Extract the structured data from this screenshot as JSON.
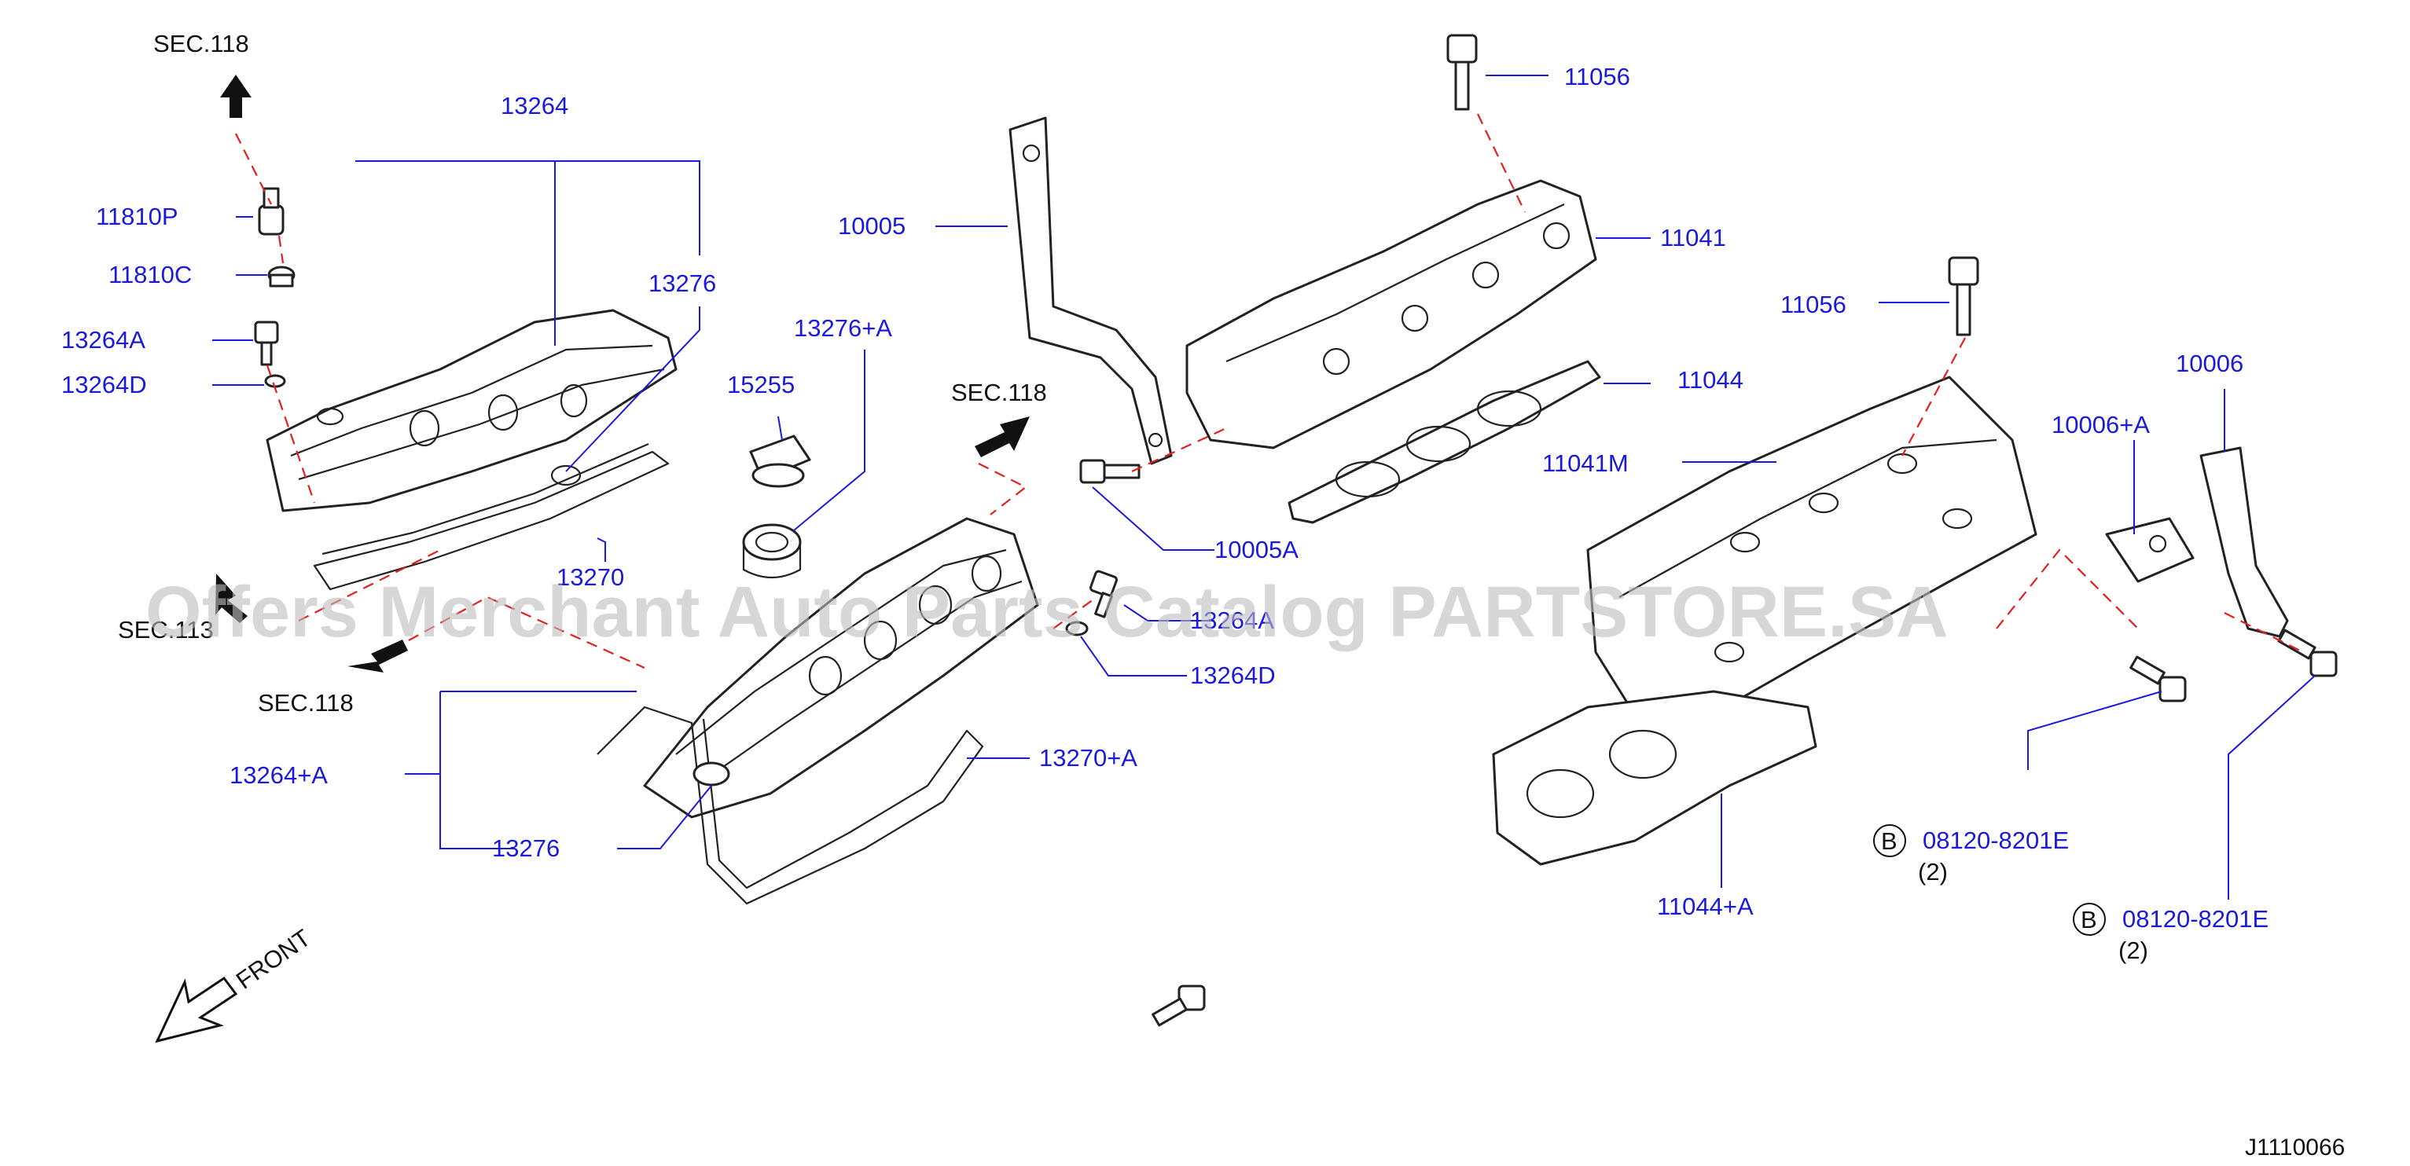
{
  "watermark": "Offers Merchant Auto Parts Catalog PARTSTORE.SA",
  "diagram_id": "J1110066",
  "front_label": "FRONT",
  "sections": [
    "SEC.118",
    "SEC.113",
    "SEC.118",
    "SEC.118"
  ],
  "labels": {
    "p13264": "13264",
    "p11810P": "11810P",
    "p11810C": "11810C",
    "p13264A_top": "13264A",
    "p13264D_top": "13264D",
    "p13276_top": "13276",
    "p13270": "13270",
    "p10005": "10005",
    "p13276A": "13276+A",
    "p15255": "15255",
    "p10005A": "10005A",
    "p13264A_mid": "13264A",
    "p13264D_mid": "13264D",
    "p13264plusA": "13264+A",
    "p13276_bot": "13276",
    "p13270plusA": "13270+A",
    "p11056_top": "11056",
    "p11041": "11041",
    "p11044": "11044",
    "p11056_right": "11056",
    "p11041M": "11041M",
    "p10006": "10006",
    "p10006A": "10006+A",
    "p11044A": "11044+A",
    "bolt1_code": "08120-8201E",
    "bolt1_qty": "(2)",
    "bolt2_code": "08120-8201E",
    "bolt2_qty": "(2)",
    "circle_b1": "B",
    "circle_b2": "B"
  },
  "colors": {
    "label": "#1a1adc",
    "guide_dash": "#e02020",
    "ink": "#222222"
  },
  "icons": [
    "arrow-up-icon",
    "arrow-left-icon",
    "arrow-right-icon",
    "front-arrow-icon"
  ]
}
